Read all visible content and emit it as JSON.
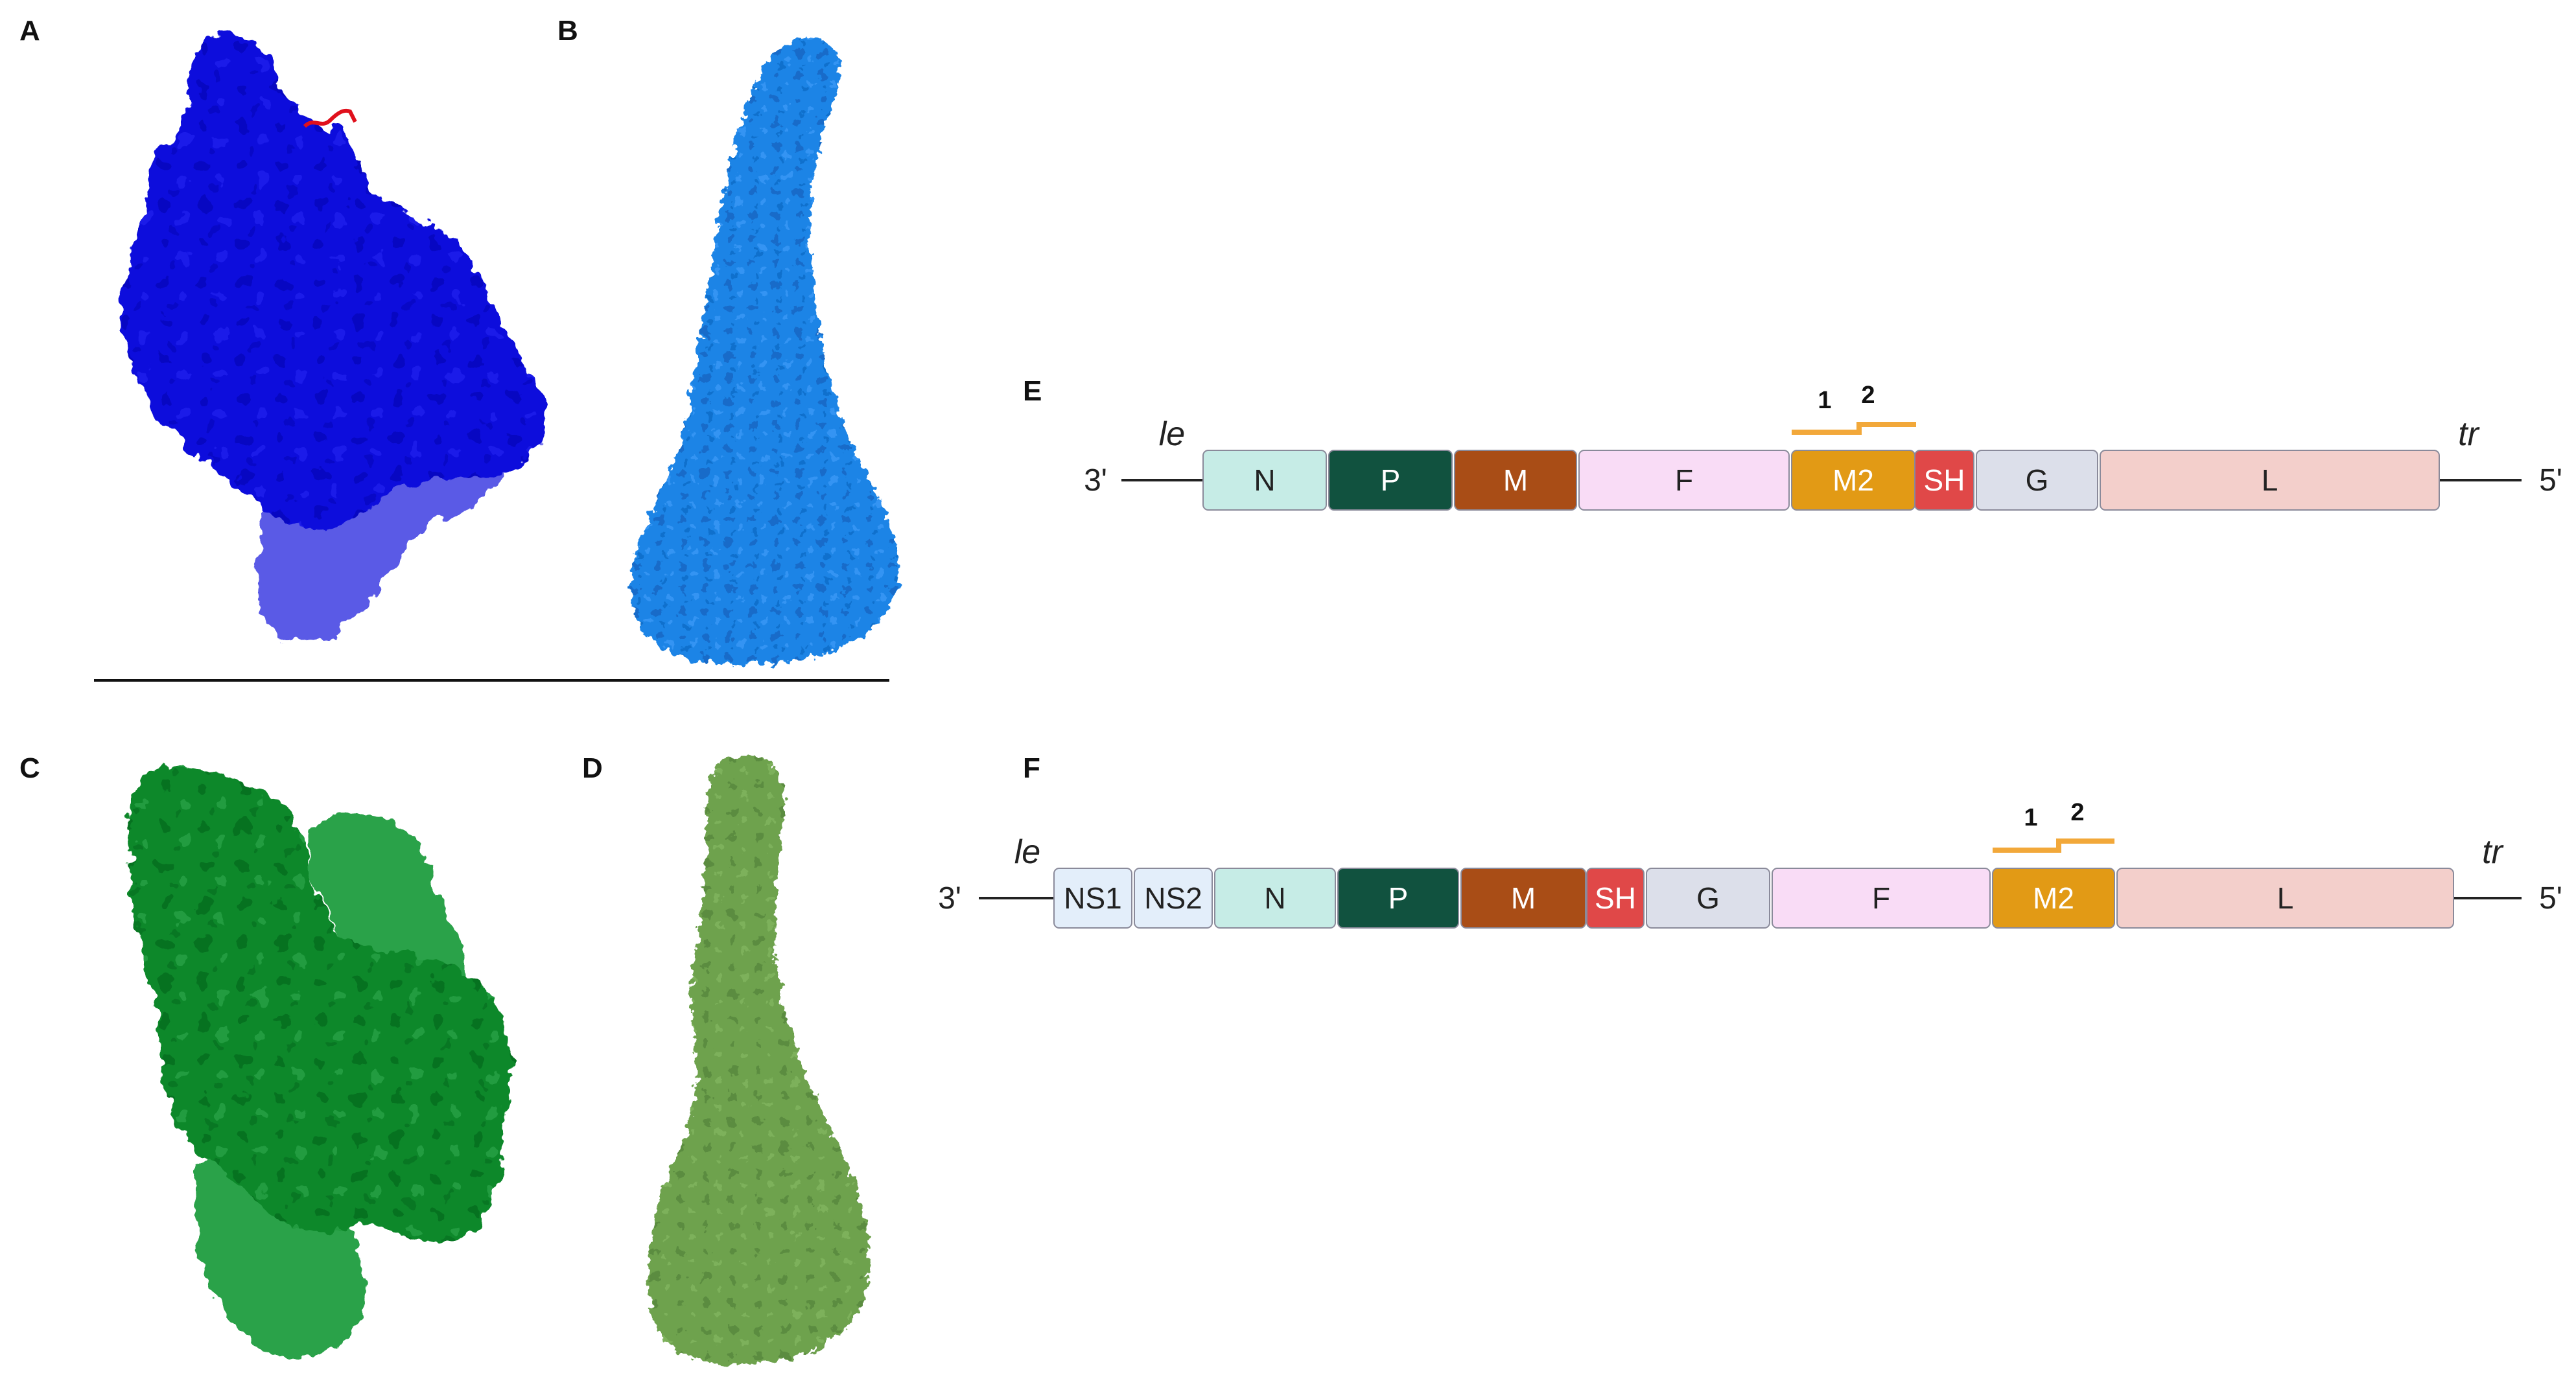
{
  "panels": {
    "A": "A",
    "B": "B",
    "C": "C",
    "D": "D",
    "E": "E",
    "F": "F"
  },
  "colors": {
    "structure_A": "#0a0adc",
    "structure_A_shadow": "#5a5ae6",
    "ligand_A": "#e0101c",
    "structure_B": "#1a84e6",
    "structure_C": "#11882a",
    "structure_C_shadow": "#2ca24a",
    "structure_D": "#6ea24e",
    "primer": "#f2a83a",
    "separator": "#111111"
  },
  "genome_E": {
    "left_end": "3'",
    "right_end": "5'",
    "leader": "le",
    "trailer": "tr",
    "primers": [
      "1",
      "2"
    ],
    "genes": [
      {
        "name": "N",
        "fill": "#c6ece6",
        "text": "#222222"
      },
      {
        "name": "P",
        "fill": "#11523f",
        "text": "#ffffff"
      },
      {
        "name": "M",
        "fill": "#a94d16",
        "text": "#ffffff"
      },
      {
        "name": "F",
        "fill": "#f9dcf6",
        "text": "#222222"
      },
      {
        "name": "M2",
        "fill": "#e29a15",
        "text": "#ffffff"
      },
      {
        "name": "SH",
        "fill": "#e04848",
        "text": "#ffffff"
      },
      {
        "name": "G",
        "fill": "#dcdfea",
        "text": "#222222"
      },
      {
        "name": "L",
        "fill": "#f3cfcb",
        "text": "#222222"
      }
    ]
  },
  "genome_F": {
    "left_end": "3'",
    "right_end": "5'",
    "leader": "le",
    "trailer": "tr",
    "primers": [
      "1",
      "2"
    ],
    "genes": [
      {
        "name": "NS1",
        "fill": "#e3eefa",
        "text": "#222222"
      },
      {
        "name": "NS2",
        "fill": "#e3eefa",
        "text": "#222222"
      },
      {
        "name": "N",
        "fill": "#c6ece6",
        "text": "#222222"
      },
      {
        "name": "P",
        "fill": "#11523f",
        "text": "#ffffff"
      },
      {
        "name": "M",
        "fill": "#a94d16",
        "text": "#ffffff"
      },
      {
        "name": "SH",
        "fill": "#e04848",
        "text": "#ffffff"
      },
      {
        "name": "G",
        "fill": "#dcdfea",
        "text": "#222222"
      },
      {
        "name": "F",
        "fill": "#f9dcf6",
        "text": "#222222"
      },
      {
        "name": "M2",
        "fill": "#e29a15",
        "text": "#ffffff"
      },
      {
        "name": "L",
        "fill": "#f3cfcb",
        "text": "#222222"
      }
    ]
  }
}
